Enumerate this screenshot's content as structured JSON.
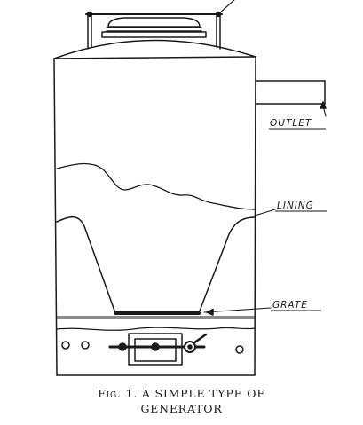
{
  "labels": {
    "outlet": "OUTLET",
    "lining": "LINING",
    "grate": "GRATE"
  },
  "caption": {
    "fig": "Fig.",
    "line1": "1.  A SIMPLE TYPE OF",
    "line2": "GENERATOR"
  }
}
